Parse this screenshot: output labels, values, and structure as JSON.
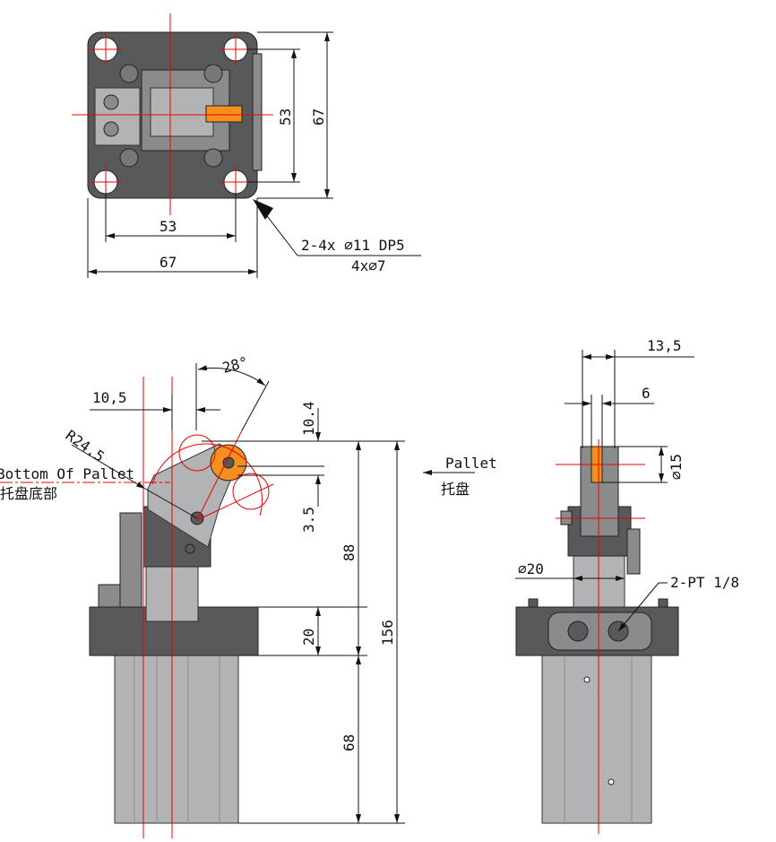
{
  "top_view": {
    "dim_hole_pitch_h": "53",
    "dim_width": "67",
    "dim_hole_pitch_v": "53",
    "dim_height": "67",
    "hole_callout_line1": "2-4x ∅11 DP5",
    "hole_callout_line2": "4x∅7"
  },
  "front_view": {
    "angle": "28°",
    "offset": "10,5",
    "radius": "R24.5",
    "pallet_bottom_en": "Bottom Of Pallet",
    "pallet_bottom_cn": "托盘底部",
    "dim_top": "10.4",
    "dim_stroke": "3.5",
    "dim_88": "88",
    "dim_156": "156",
    "dim_20": "20",
    "dim_68": "68",
    "pallet_en": "Pallet",
    "pallet_cn": "托盘"
  },
  "side_view": {
    "dim_13_5": "13,5",
    "dim_6": "6",
    "dim_roller": "∅15",
    "dim_rod": "∅20",
    "port_callout": "2-PT 1/8"
  },
  "colors": {
    "body_dark": "#58595b",
    "body_light": "#b2b3b5",
    "roller": "#f39020",
    "centerline": "#ee0000"
  }
}
